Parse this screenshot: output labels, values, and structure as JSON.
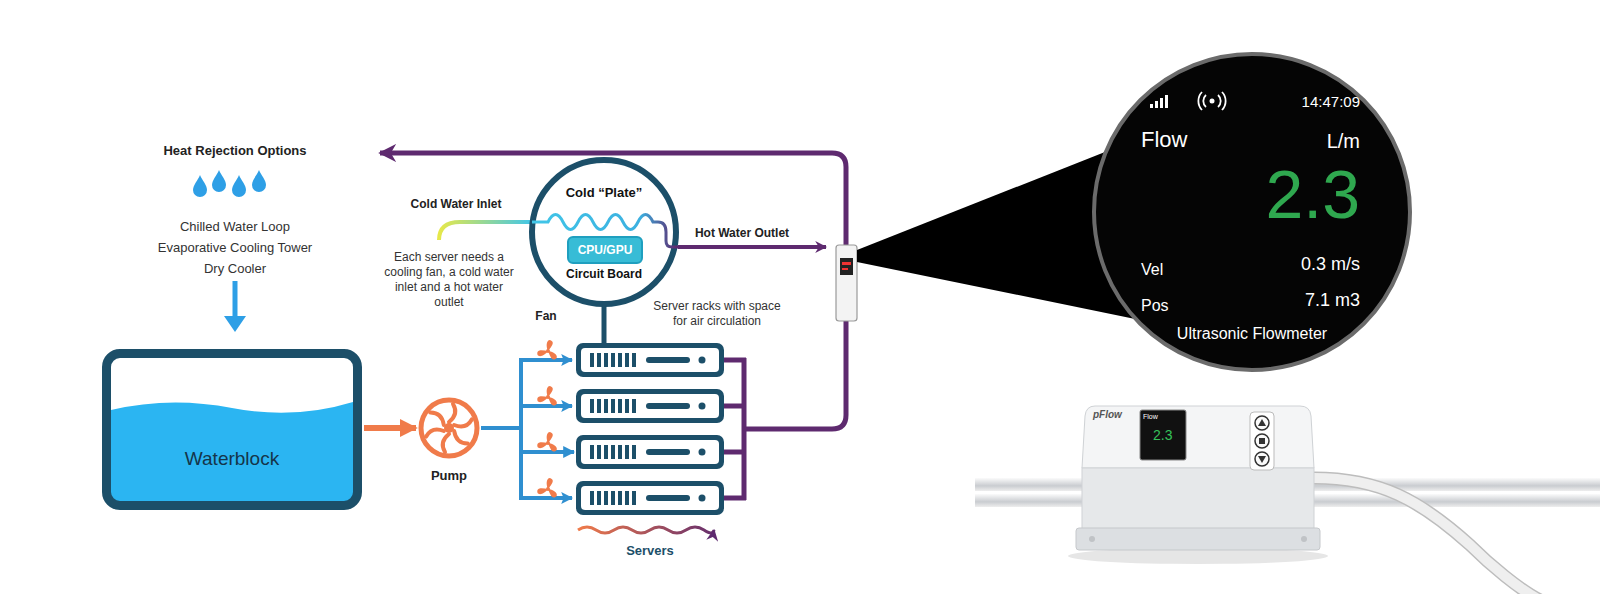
{
  "diagram": {
    "nodes": [
      {
        "text": [
          "Waterblock"
        ]
      },
      {
        "text": [
          "Pump"
        ]
      },
      {
        "text": [
          "Cold “Plate”",
          "Circuit Board"
        ]
      },
      {
        "text": [
          "CPU/GPU"
        ],
        "in": 2
      },
      {
        "text": [
          "Servers"
        ]
      },
      {
        "text": [
          "14:47:09",
          "Flow",
          "L/m",
          "2.3",
          "Vel",
          "0.3 m/s",
          "Pos",
          "7.1 m3",
          "Ultrasonic Flowmeter"
        ]
      }
    ],
    "edges": [
      {
        "from": 0,
        "to": 1,
        "arrow": "to"
      },
      {
        "from": 1,
        "to": 4,
        "arrow": "to"
      },
      {
        "from": 2,
        "to": 4,
        "arrow": "none"
      }
    ],
    "labels": [
      "Heat Rejection Options",
      "Chilled Water Loop",
      "Evaporative Cooling Tower",
      "Dry Cooler",
      "Cold Water Inlet",
      "Hot Water Outlet",
      "Each server needs a cooling fan, a cold water inlet and a hot water outlet",
      "Fan",
      "Server racks with space for air circulation",
      "pFlow",
      "Flow",
      "2.3"
    ]
  }
}
